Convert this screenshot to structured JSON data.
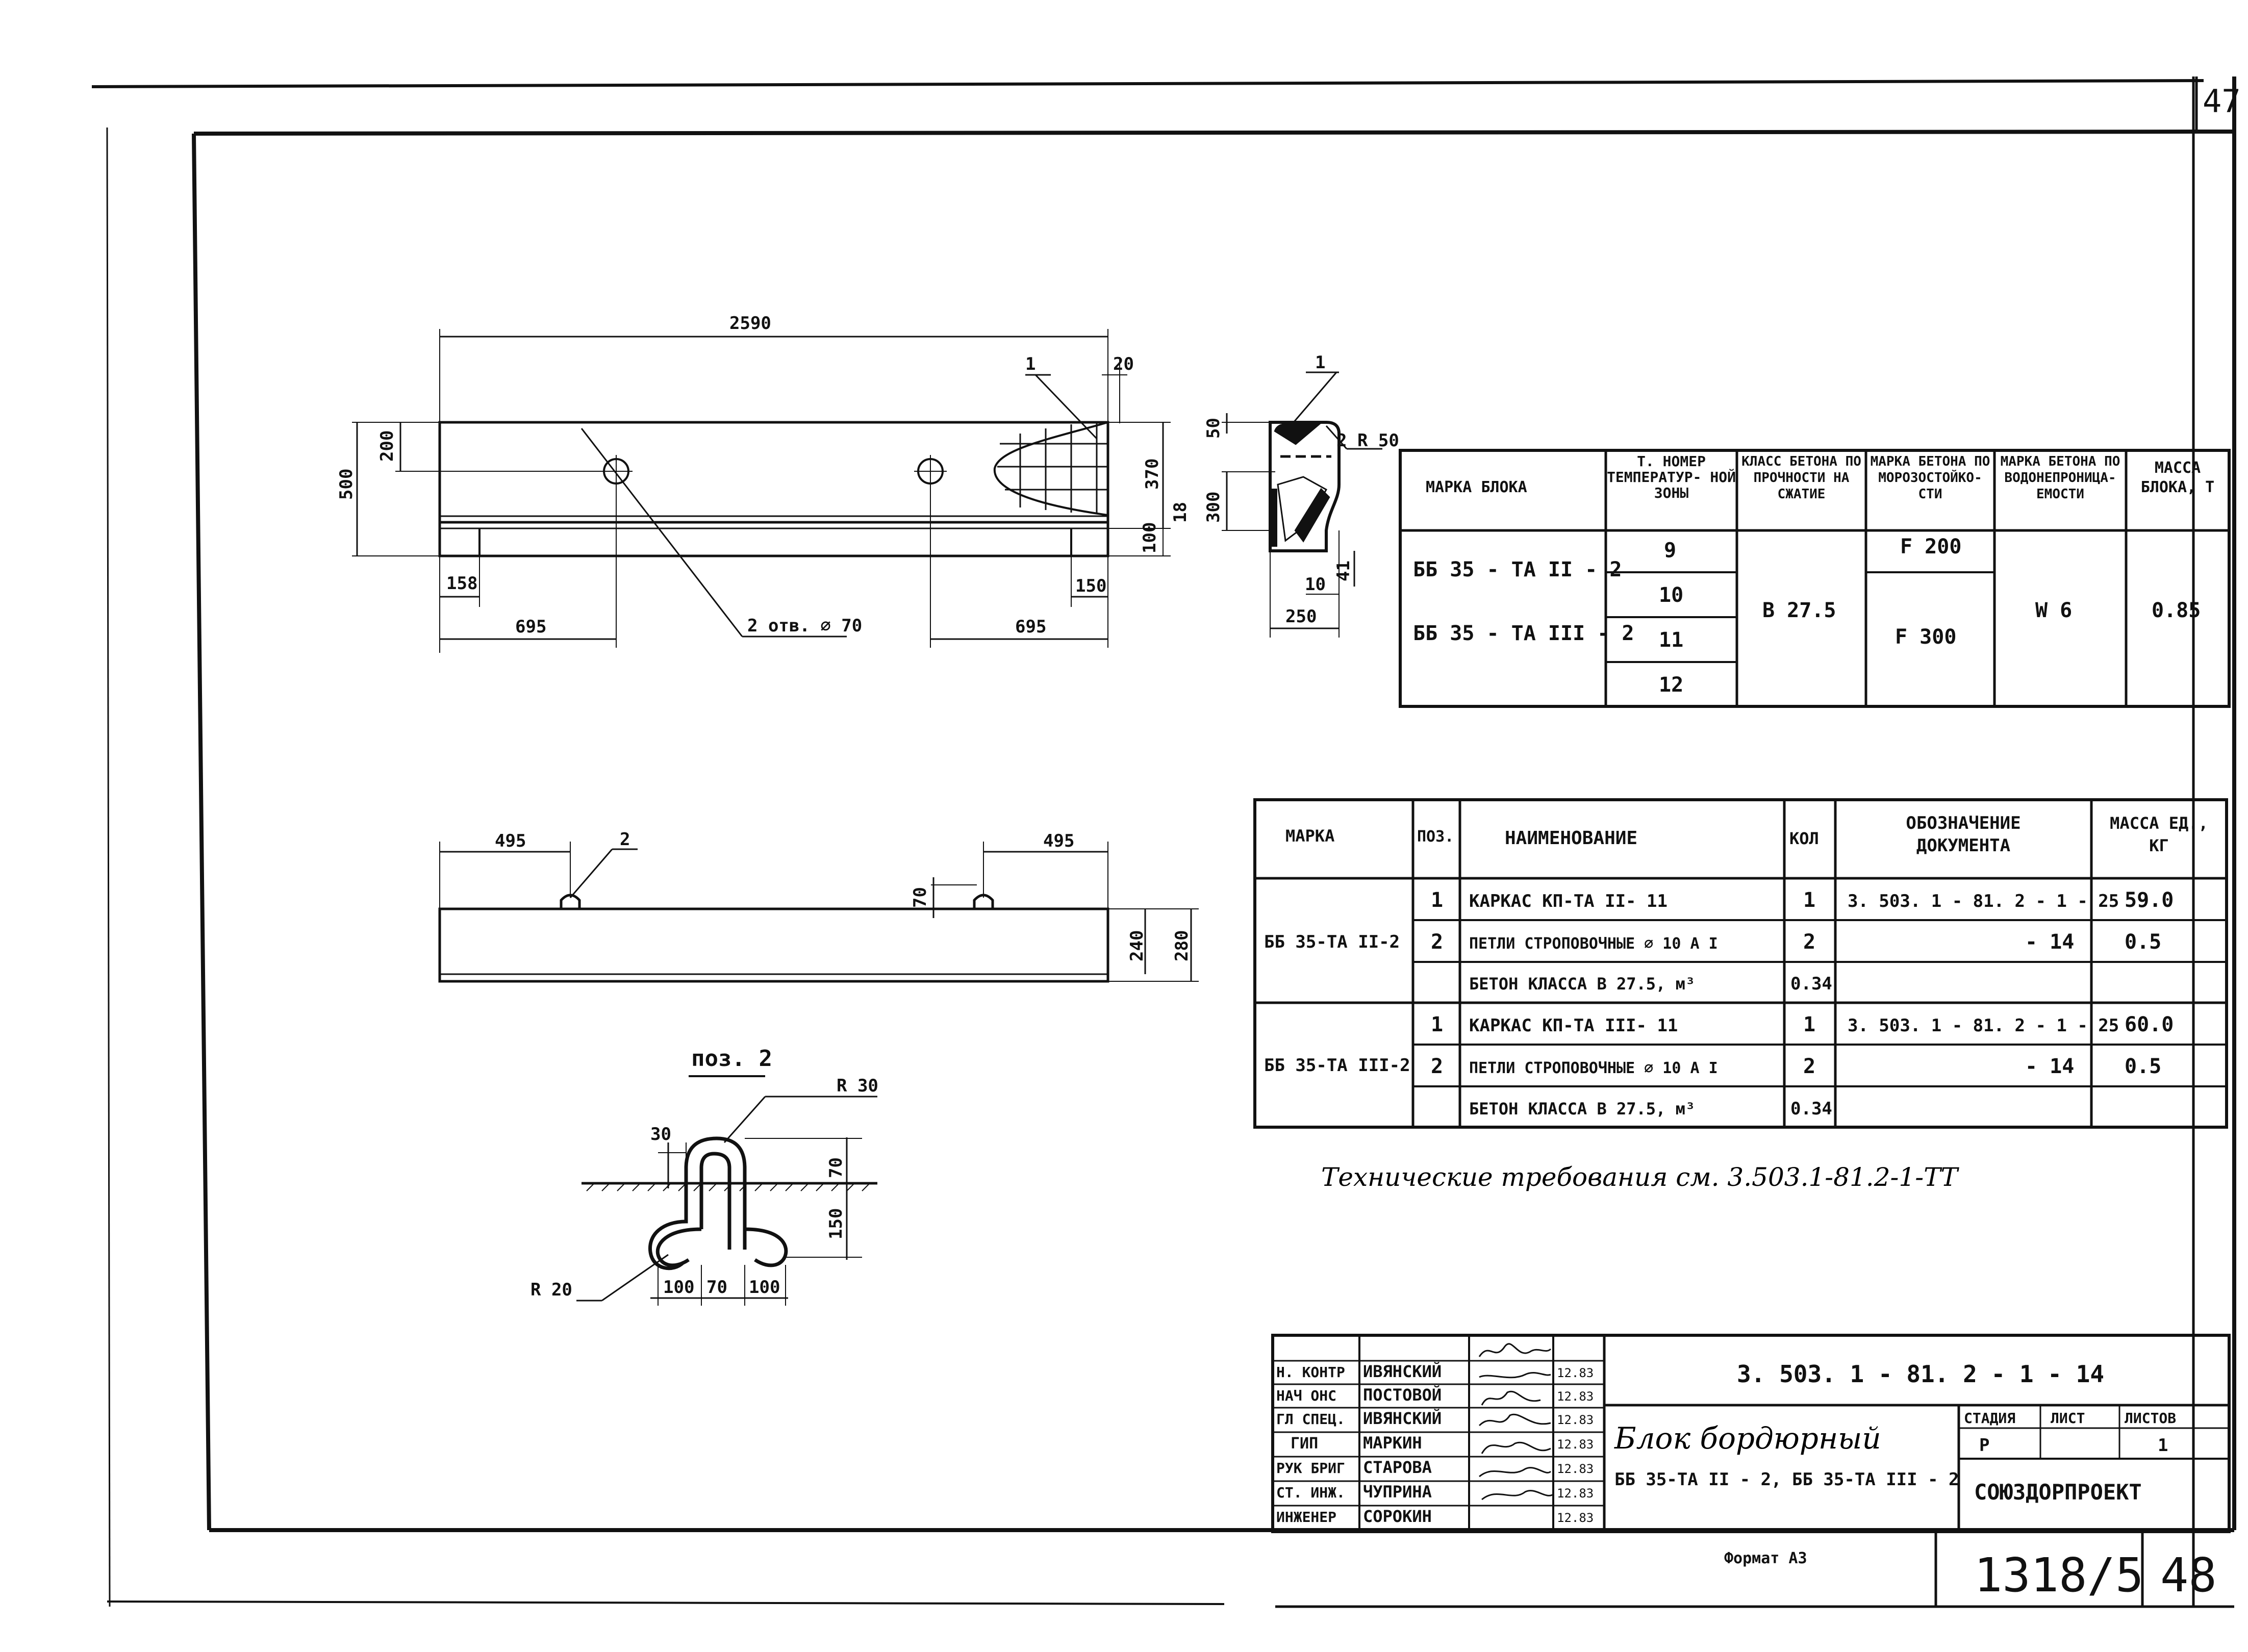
{
  "sheet": {
    "page_number_top": "47",
    "format_label": "Формат А3",
    "drawing_code": "1318/5",
    "sheet_number": "48"
  },
  "front_view": {
    "overall_length": "2590",
    "dim_20": "20",
    "mark_1": "1",
    "height_500": "500",
    "dim_200": "200",
    "dim_370": "370",
    "dim_18": "18",
    "dim_100": "100",
    "dim_158": "158",
    "dim_150": "150",
    "left_695": "695",
    "right_695": "695",
    "holes_label": "2 отв. ∅ 70"
  },
  "section_view": {
    "mark_1": "1",
    "dim_50": "50",
    "radius_label": "2 R 50",
    "dim_300": "300",
    "dim_10": "10",
    "dim_41": "41",
    "width_250": "250"
  },
  "top_view": {
    "left_495": "495",
    "right_495": "495",
    "mark_2": "2",
    "dim_70": "70",
    "dim_240": "240",
    "dim_280": "280"
  },
  "detail": {
    "title": "поз. 2",
    "r30": "R 30",
    "d30": "30",
    "d70_v": "70",
    "d150": "150",
    "r20": "R 20",
    "d100_l": "100",
    "d70_h": "70",
    "d100_r": "100"
  },
  "block_table": {
    "headers": [
      "МАРКА БЛОКА",
      "Т. НОМЕР ТЕМПЕРАТУР- НОЙ ЗОНЫ",
      "КЛАСС БЕТОНА ПО ПРОЧНОСТИ НА СЖАТИЕ",
      "МАРКА БЕТОНА ПО МОРОЗОСТОЙКО- СТИ",
      "МАРКА БЕТОНА ПО ВОДОНЕПРОНИЦА- ЕМОСТИ",
      "МАССА БЛОКА, Т"
    ],
    "mark_1": "ББ 35 - ТА II - 2",
    "mark_2": "ББ 35 - ТА III - 2",
    "zones": [
      "9",
      "10",
      "11",
      "12"
    ],
    "concrete_class": "В 27.5",
    "frost_1": "F 200",
    "frost_2": "F 300",
    "water": "W 6",
    "mass": "0.85"
  },
  "spec_table": {
    "headers": [
      "МАРКА",
      "ПОЗ.",
      "НАИМЕНОВАНИЕ",
      "КОЛ",
      "ОБОЗНАЧЕНИЕ ДОКУМЕНТА",
      "МАССА ЕД., КГ"
    ],
    "groups": [
      {
        "mark": "ББ 35-ТА II-2",
        "rows": [
          {
            "pos": "1",
            "name": "КАРКАС КП-ТА II- 11",
            "qty": "1",
            "doc": "3. 503. 1 - 81. 2 - 1 - 25",
            "mass": "59.0"
          },
          {
            "pos": "2",
            "name": "ПЕТЛИ СТРОПОВОЧНЫЕ ∅ 10 А I",
            "qty": "2",
            "doc": "- 14",
            "mass": "0.5"
          },
          {
            "pos": "",
            "name": "БЕТОН КЛАССА В 27.5, м³",
            "qty": "0.34",
            "doc": "",
            "mass": ""
          }
        ]
      },
      {
        "mark": "ББ 35-ТА III-2",
        "rows": [
          {
            "pos": "1",
            "name": "КАРКАС КП-ТА III- 11",
            "qty": "1",
            "doc": "3. 503. 1 - 81. 2 - 1 - 25",
            "mass": "60.0"
          },
          {
            "pos": "2",
            "name": "ПЕТЛИ СТРОПОВОЧНЫЕ ∅ 10 А I",
            "qty": "2",
            "doc": "- 14",
            "mass": "0.5"
          },
          {
            "pos": "",
            "name": "БЕТОН КЛАССА В 27.5, м³",
            "qty": "0.34",
            "doc": "",
            "mass": ""
          }
        ]
      }
    ]
  },
  "tech_note": "Технические требования см. 3.503.1-81.2-1-ТТ",
  "title_block": {
    "roles": [
      "Н. КОНТР",
      "НАЧ ОНС",
      "ГЛ СПЕЦ.",
      "ГИП",
      "РУК БРИГ",
      "СТ. ИНЖ.",
      "ИНЖЕНЕР"
    ],
    "names": [
      "ИВЯНСКИЙ",
      "ПОСТОВОЙ",
      "ИВЯНСКИЙ",
      "МАРКИН",
      "СТАРОВА",
      "ЧУПРИНА",
      "СОРОКИН"
    ],
    "dates": [
      "12.83",
      "12.83",
      "12.83",
      "12.83",
      "12.83",
      "12.83",
      "12.83"
    ],
    "doc_code": "3. 503. 1 - 81. 2 - 1 - 14",
    "title": "Блок бордюрный",
    "subtitle": "ББ 35-ТА II - 2, ББ 35-ТА III - 2",
    "stage_label": "СТАДИЯ",
    "sheet_label": "ЛИСТ",
    "sheets_label": "ЛИСТОВ",
    "stage": "Р",
    "sheet": "",
    "sheets": "1",
    "org": "СОЮЗДОРПРОЕКТ"
  }
}
